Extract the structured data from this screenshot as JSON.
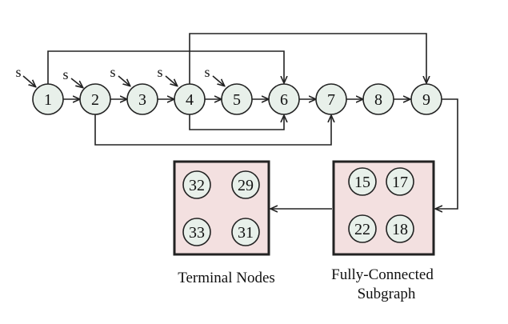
{
  "main_nodes": [
    {
      "id": "1",
      "label": "1"
    },
    {
      "id": "2",
      "label": "2"
    },
    {
      "id": "3",
      "label": "3"
    },
    {
      "id": "4",
      "label": "4"
    },
    {
      "id": "5",
      "label": "5"
    },
    {
      "id": "6",
      "label": "6"
    },
    {
      "id": "7",
      "label": "7"
    },
    {
      "id": "8",
      "label": "8"
    },
    {
      "id": "9",
      "label": "9"
    }
  ],
  "source_label": "s",
  "fully_connected": {
    "caption_line1": "Fully-Connected",
    "caption_line2": "Subgraph",
    "nodes": [
      "15",
      "17",
      "22",
      "18"
    ]
  },
  "terminal": {
    "caption": "Terminal Nodes",
    "nodes": [
      "32",
      "29",
      "33",
      "31"
    ]
  }
}
